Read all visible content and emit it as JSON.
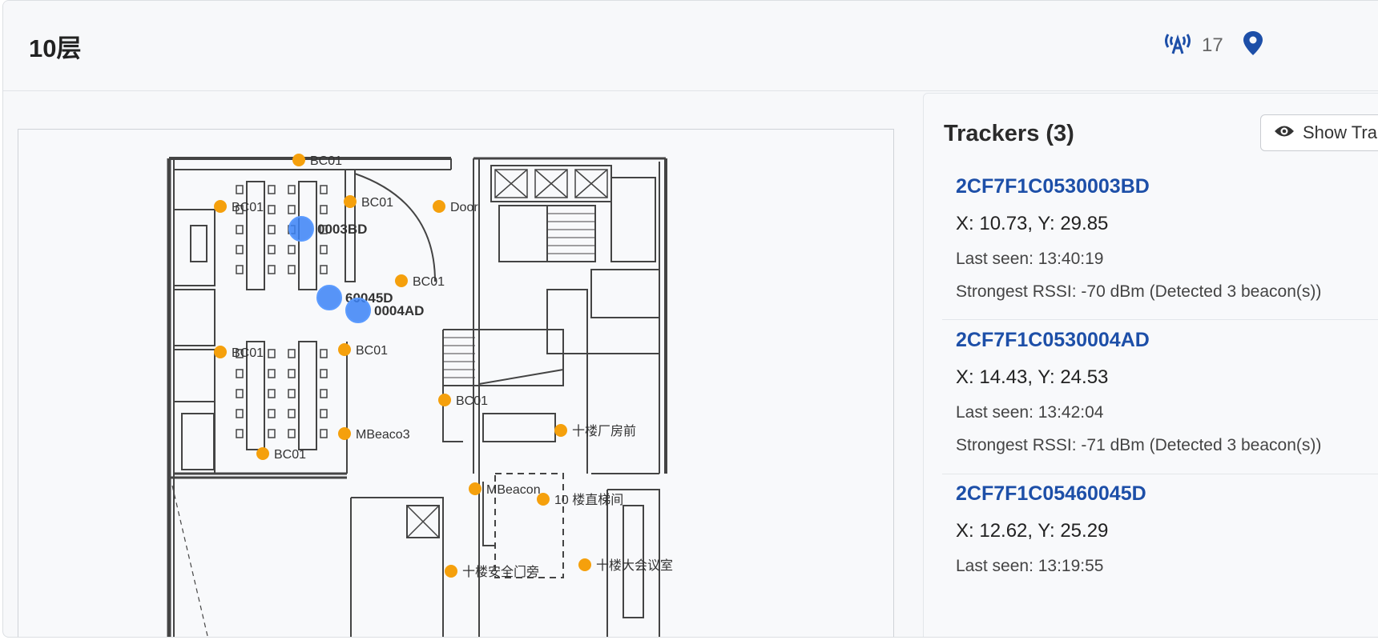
{
  "header": {
    "title": "10层",
    "gateways_count": "17",
    "accent": "#1d4fa8"
  },
  "trackers_panel": {
    "title": "Trackers (3)",
    "show_button": "Show Trai",
    "items": [
      {
        "id": "2CF7F1C0530003BD",
        "coords": "X: 10.73, Y: 29.85",
        "last_seen": "Last seen: 13:40:19",
        "rssi": "Strongest RSSI: -70 dBm (Detected 3 beacon(s))"
      },
      {
        "id": "2CF7F1C0530004AD",
        "coords": "X: 14.43, Y: 24.53",
        "last_seen": "Last seen: 13:42:04",
        "rssi": "Strongest RSSI: -71 dBm (Detected 3 beacon(s))"
      },
      {
        "id": "2CF7F1C05460045D",
        "coords": "X: 12.62, Y: 25.29",
        "last_seen": "Last seen: 13:19:55"
      }
    ]
  },
  "map": {
    "beacon_color": "#f5a00c",
    "tracker_color": "#3b82f6",
    "beacons": [
      "BC01",
      "BC01",
      "BC01",
      "Door",
      "BC01",
      "BC01",
      "BC01",
      "BC01",
      "MBeaco3",
      "十楼厂房前",
      "BC01",
      "MBeacon",
      "10 楼直梯间",
      "十楼安全门旁",
      "十楼大会议室"
    ],
    "trackers": [
      "0003BD",
      "60045D",
      "0004AD"
    ]
  }
}
